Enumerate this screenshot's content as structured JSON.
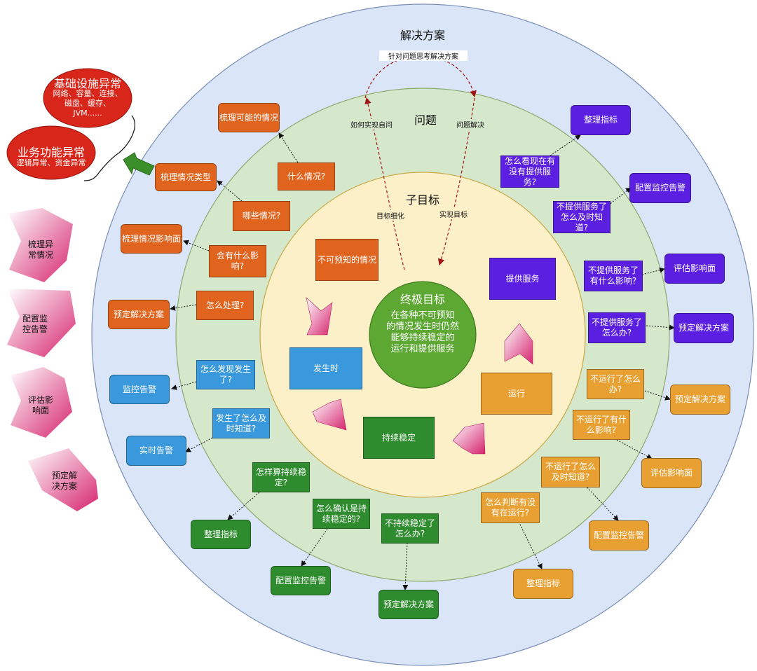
{
  "colors": {
    "outer_ring": "#DAE6F7",
    "middle_ring": "#D6E8CC",
    "inner_ring": "#FCF0C8",
    "core": "#5DA832",
    "orange": "#E0641E",
    "blue": "#3A99DC",
    "green": "#2E8B2E",
    "purple": "#5A1FE0",
    "gold": "#E8A033",
    "red": "#D8261A",
    "pink": "#D63A7A"
  },
  "rings": {
    "solution": "解决方案",
    "problem": "问题",
    "subgoal": "子目标"
  },
  "core": {
    "title": "终极目标",
    "text": "在各种不可预知\n的情况发生时仍然\n能够持续稳定的\n运行和提供服务"
  },
  "arrows": {
    "think": "针对问题思考解决方案",
    "how": "如何实现自问",
    "solve": "问题解决",
    "refine": "目标细化",
    "achieve": "实现目标"
  },
  "subgoals": {
    "unpredictable": "不可预知的情况",
    "provide": "提供服务",
    "happen": "发生时",
    "run": "运行",
    "stable": "持续稳定"
  },
  "orange": {
    "q1": "什么情况?",
    "q2": "哪些情况?",
    "q3": "会有什么影\n响?",
    "q4": "怎么处理?",
    "s1": "梳理可能的情况",
    "s2": "梳理情况类型",
    "s3": "梳理情况影响面",
    "s4": "预定解决方案"
  },
  "blue": {
    "q1": "怎么发现发生\n了?",
    "q2": "发生了怎么及\n时知道?",
    "s1": "监控告警",
    "s2": "实时告警"
  },
  "green": {
    "q1": "怎样算持续稳\n定?",
    "q2": "怎么确认是持\n续稳定的?",
    "q3": "不持续稳定了\n怎么办?",
    "s1": "整理指标",
    "s2": "配置监控告警",
    "s3": "预定解决方案"
  },
  "purple": {
    "q1": "怎么看现在有\n没有提供服\n务?",
    "q2": "不提供服务了\n怎么及时知\n道?",
    "q3": "不提供服务了\n有什么影响?",
    "q4": "不提供服务了\n怎么办?",
    "s1": "整理指标",
    "s2": "配置监控告警",
    "s3": "评估影响面",
    "s4": "预定解决方案"
  },
  "gold": {
    "q1": "不运行了怎么\n办?",
    "q2": "不运行了有什\n么影响?",
    "q3": "不运行了怎么\n及时知道?",
    "q4": "怎么判断有没\n有在运行?",
    "s1": "预定解决方案",
    "s2": "评估影响面",
    "s3": "配置监控告警",
    "s4": "整理指标"
  },
  "exceptions": {
    "infra_title": "基础设施异常",
    "infra_text": "网络、容量、连接、\n磁盘、缓存、\nJVM......",
    "biz_title": "业务功能异常",
    "biz_text": "逻辑异常、资金异常"
  },
  "steps": [
    "梳理异\n常情况",
    "配置监\n控告警",
    "评估影\n响面",
    "预定解\n决方案"
  ]
}
